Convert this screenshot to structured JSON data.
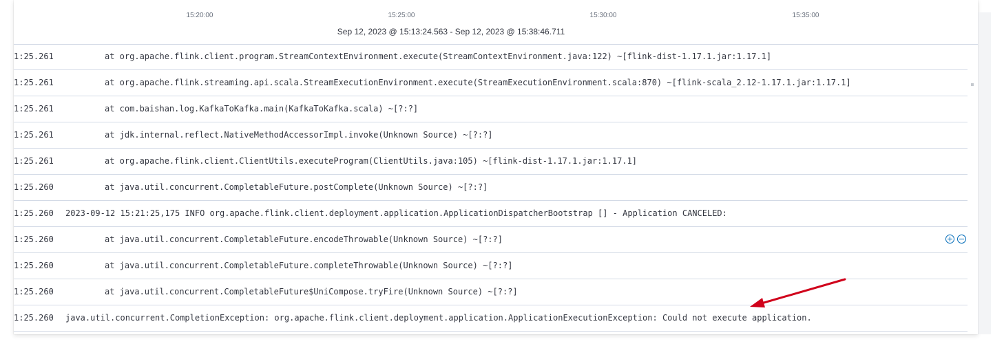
{
  "timeline": {
    "ticks": [
      "15:20:00",
      "15:25:00",
      "15:30:00",
      "15:35:00"
    ],
    "range": "Sep 12, 2023 @ 15:13:24.563 - Sep 12, 2023 @ 15:38:46.711"
  },
  "rows": [
    {
      "ts": "1:25.261",
      "msg": "at org.apache.flink.client.program.StreamContextEnvironment.execute(StreamContextEnvironment.java:122) ~[flink-dist-1.17.1.jar:1.17.1]"
    },
    {
      "ts": "1:25.261",
      "msg": "at org.apache.flink.streaming.api.scala.StreamExecutionEnvironment.execute(StreamExecutionEnvironment.scala:870) ~[flink-scala_2.12-1.17.1.jar:1.17.1]"
    },
    {
      "ts": "1:25.261",
      "msg": "at com.baishan.log.KafkaToKafka.main(KafkaToKafka.scala) ~[?:?]"
    },
    {
      "ts": "1:25.261",
      "msg": "at jdk.internal.reflect.NativeMethodAccessorImpl.invoke(Unknown Source) ~[?:?]"
    },
    {
      "ts": "1:25.261",
      "msg": "at org.apache.flink.client.ClientUtils.executeProgram(ClientUtils.java:105) ~[flink-dist-1.17.1.jar:1.17.1]"
    },
    {
      "ts": "1:25.260",
      "msg": "at java.util.concurrent.CompletableFuture.postComplete(Unknown Source) ~[?:?]"
    },
    {
      "ts": "1:25.260",
      "msg": "2023-09-12 15:21:25,175 INFO  org.apache.flink.client.deployment.application.ApplicationDispatcherBootstrap [] - Application CANCELED:"
    },
    {
      "ts": "1:25.260",
      "msg": "at java.util.concurrent.CompletableFuture.encodeThrowable(Unknown Source) ~[?:?]"
    },
    {
      "ts": "1:25.260",
      "msg": "at java.util.concurrent.CompletableFuture.completeThrowable(Unknown Source) ~[?:?]"
    },
    {
      "ts": "1:25.260",
      "msg": "at java.util.concurrent.CompletableFuture$UniCompose.tryFire(Unknown Source) ~[?:?]"
    },
    {
      "ts": "1:25.260",
      "msg": "java.util.concurrent.CompletionException: org.apache.flink.client.deployment.application.ApplicationExecutionException: Could not execute application."
    }
  ],
  "row_action_icons": [
    "zoom-in-icon",
    "zoom-out-icon"
  ],
  "colors": {
    "arrow": "#d0021b",
    "action_icon": "#006bb8",
    "text": "#343741",
    "divider": "#d3dae6"
  }
}
